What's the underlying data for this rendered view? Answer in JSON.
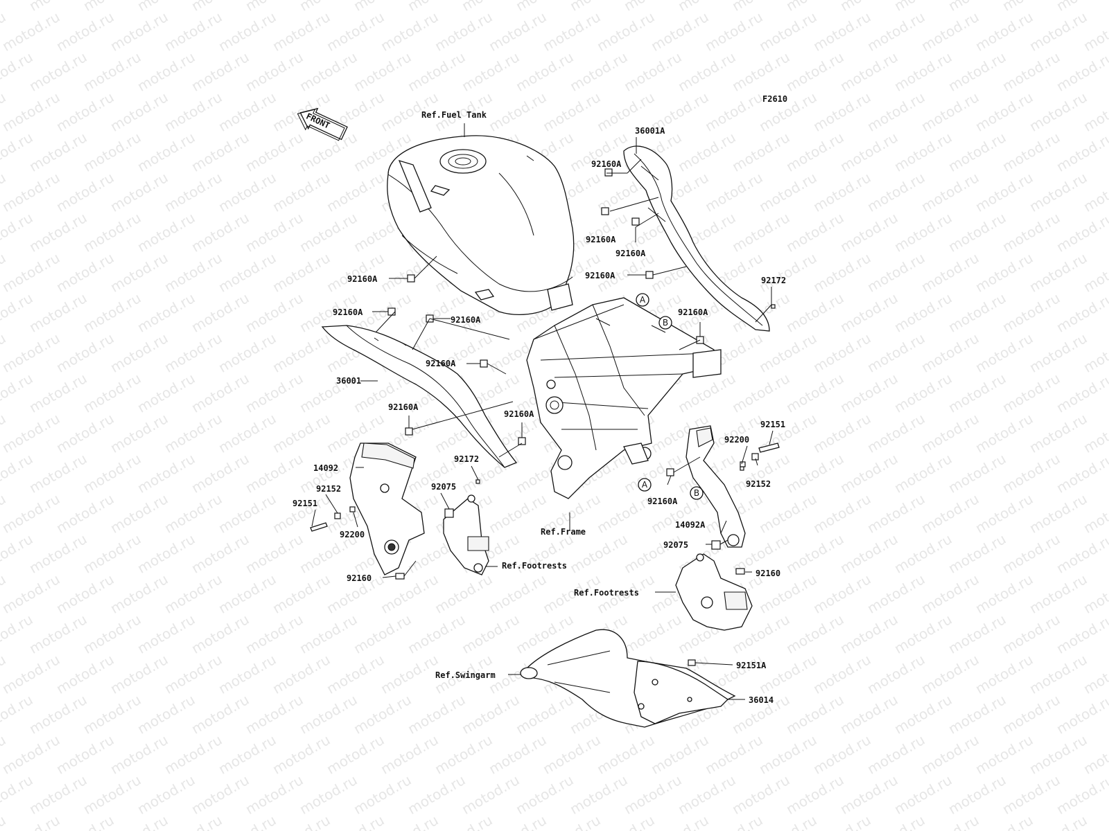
{
  "watermark": {
    "text": "motod.ru"
  },
  "figure_code": "F2610",
  "front_arrow": {
    "label": "FRONT"
  },
  "reference_labels": {
    "fuel_tank": "Ref.Fuel Tank",
    "frame": "Ref.Frame",
    "footrests_left": "Ref.Footrests",
    "footrests_right": "Ref.Footrests",
    "swingarm": "Ref.Swingarm"
  },
  "callout_markers": {
    "a_top": "A",
    "b_top": "B",
    "a_bottom": "A",
    "b_bottom": "B"
  },
  "part_numbers": {
    "p36001A": "36001A",
    "p92160A_r1": "92160A",
    "p92160A_r2": "92160A",
    "p92160A_r3": "92160A",
    "p92160A_r4": "92160A",
    "p92172_r": "92172",
    "p92160A_r5": "92160A",
    "p92160A_l1": "92160A",
    "p92160A_l2": "92160A",
    "p92160A_l3": "92160A",
    "p92160A_l4": "92160A",
    "p36001": "36001",
    "p92160A_l5": "92160A",
    "p92160A_c": "92160A",
    "p14092": "14092",
    "p92172_l": "92172",
    "p92152_l": "92152",
    "p92151_l": "92151",
    "p92075_l": "92075",
    "p92200_l": "92200",
    "p92160_l": "92160",
    "p92151_r": "92151",
    "p92200_r": "92200",
    "p92152_r": "92152",
    "p92160A_r6": "92160A",
    "p14092A": "14092A",
    "p92075_r": "92075",
    "p92160_r": "92160",
    "p92151A": "92151A",
    "p36014": "36014"
  }
}
